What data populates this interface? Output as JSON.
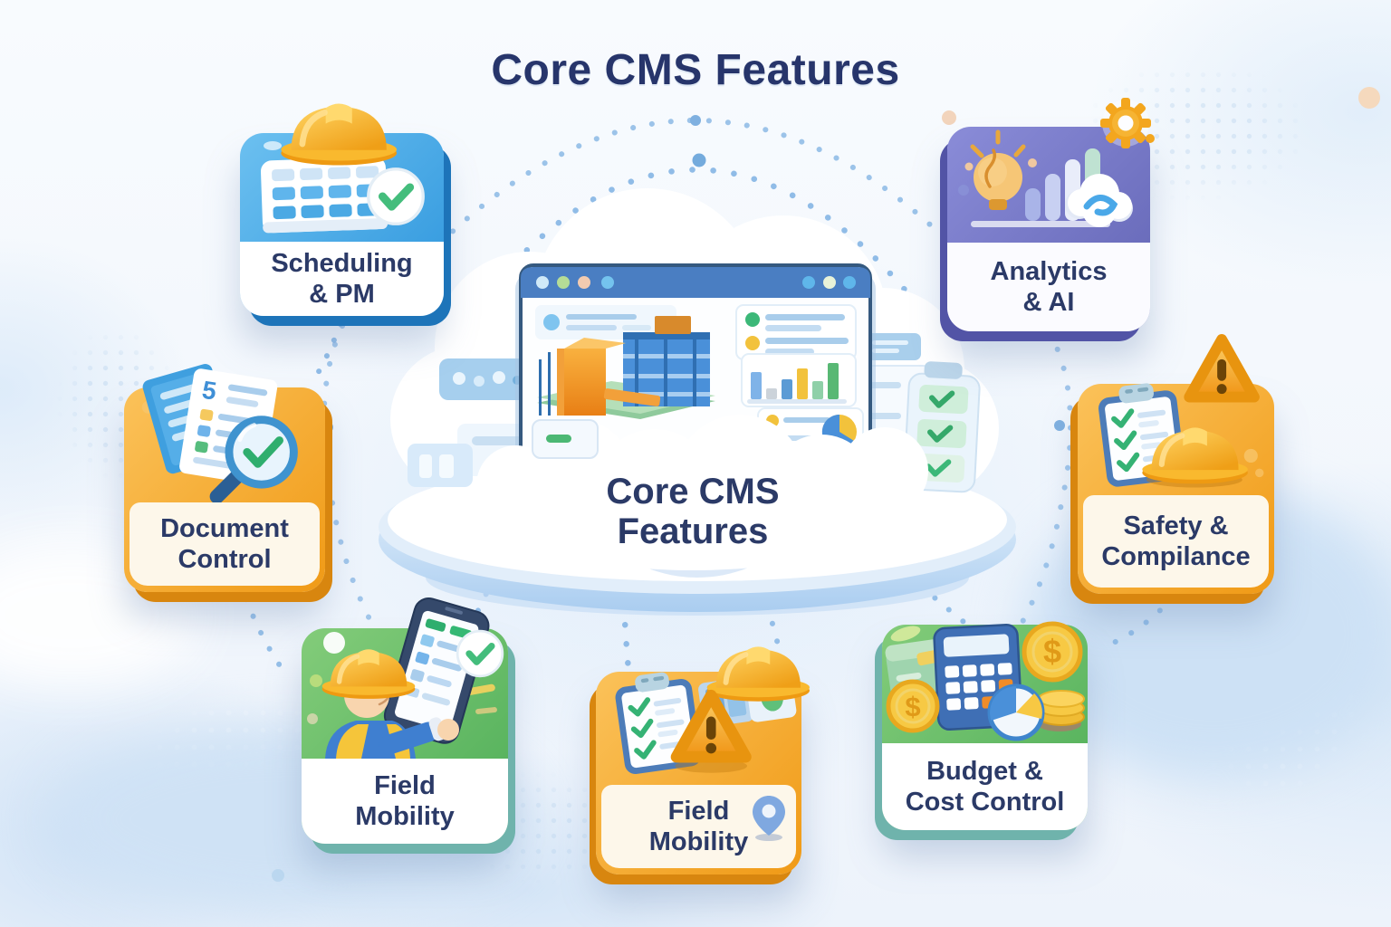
{
  "title": "Core CMS Features",
  "center": {
    "label_line1": "Core CMS",
    "label_line2": "Features",
    "illustration": "cloud-platform-with-construction-dashboard",
    "browser_chart_bar_colors": [
      "#7fb3e8",
      "#ccd3da",
      "#5b9bd5",
      "#f2c23c",
      "#8fd0a8",
      "#58b874"
    ]
  },
  "cards": [
    {
      "id": "scheduling-pm",
      "line1": "Scheduling",
      "line2": "& PM",
      "accent": "#41a8e8",
      "accent_dark": "#1d74b9",
      "label_bg": "#ffffff",
      "icons": [
        "hard-hat-icon",
        "calendar-icon",
        "check-circle-icon"
      ]
    },
    {
      "id": "analytics-ai",
      "line1": "Analytics",
      "line2": "& AI",
      "accent": "#7577c9",
      "accent_dark": "#5254a6",
      "label_bg": "#fbfbff",
      "icons": [
        "lightbulb-icon",
        "bar-chart-icon",
        "ai-cloud-icon",
        "gear-icon"
      ]
    },
    {
      "id": "document-control",
      "line1": "Document",
      "line2": "Control",
      "accent": "#f6a42c",
      "accent_dark": "#d8860f",
      "label_bg": "#fdf7ea",
      "icons": [
        "documents-icon",
        "magnifier-check-icon"
      ]
    },
    {
      "id": "safety-compliance",
      "line1": "Safety &",
      "line2": "Compilance",
      "accent": "#f6a42c",
      "accent_dark": "#d8860f",
      "label_bg": "#fdf7ea",
      "icons": [
        "clipboard-checklist-icon",
        "hard-hat-icon",
        "warning-triangle-icon"
      ]
    },
    {
      "id": "field-mobility-green",
      "line1": "Field",
      "line2": "Mobility",
      "accent": "#62b968",
      "accent_dark": "#6fb3ac",
      "label_bg": "#ffffff",
      "icons": [
        "construction-worker-icon",
        "smartphone-checklist-icon",
        "check-circle-icon"
      ]
    },
    {
      "id": "field-mobility-orange",
      "line1": "Field",
      "line2": "Mobility",
      "accent": "#f6a42c",
      "accent_dark": "#d8860f",
      "label_bg": "#fdf7ea",
      "icons": [
        "clipboard-checklist-icon",
        "warning-triangle-icon",
        "hard-hat-icon",
        "photo-thumbnails-icon",
        "location-pin-icon"
      ]
    },
    {
      "id": "budget-cost-control",
      "line1": "Budget &",
      "line2": "Cost Control",
      "accent": "#62b968",
      "accent_dark": "#6fb3ac",
      "label_bg": "#ffffff",
      "icons": [
        "wallet-icon",
        "calculator-icon",
        "dollar-coin-icon",
        "coin-stack-icon",
        "pie-chart-icon"
      ]
    }
  ],
  "decor": {
    "document_page_glyph": "5",
    "currency_symbol": "$",
    "title_color": "#27356b",
    "label_text_color": "#2b3a67",
    "connector_dot_color": "#85b5e4",
    "background_tint": "#eef4fb"
  }
}
